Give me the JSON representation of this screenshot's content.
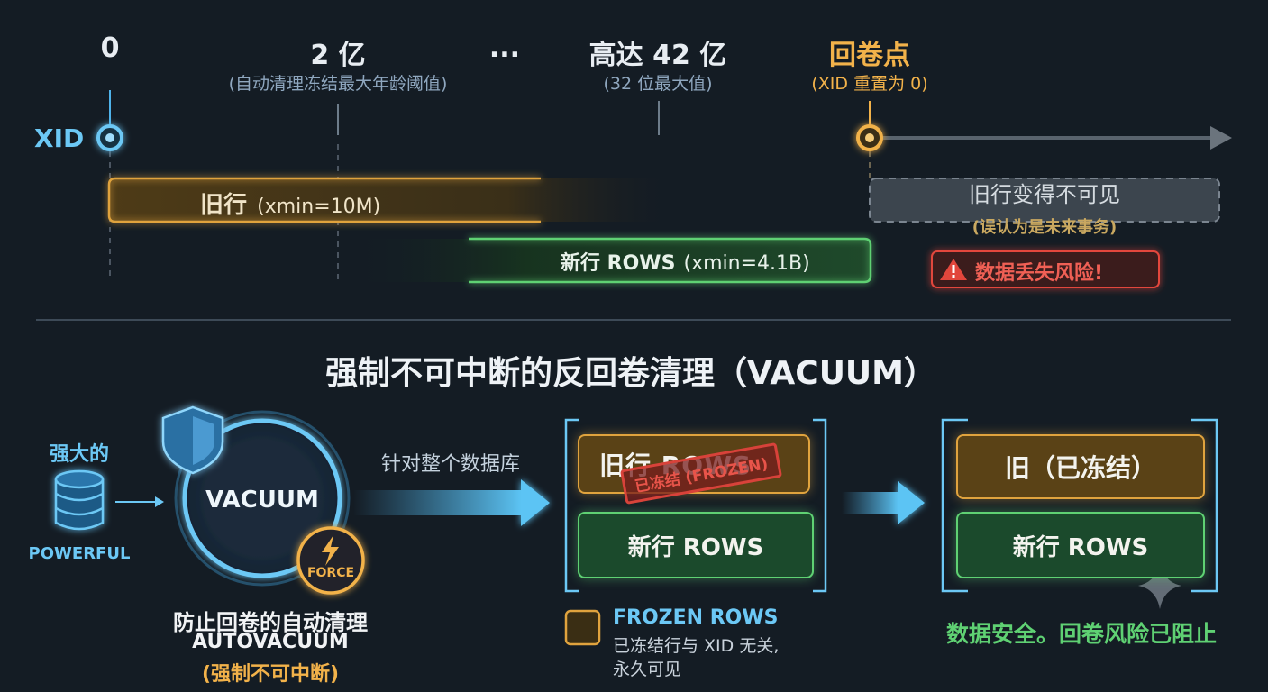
{
  "timeline": {
    "axis_label": "XID",
    "ticks": [
      {
        "label": "0",
        "sub": ""
      },
      {
        "label": "2 亿",
        "sub": "(自动清理冻结最大年龄阈值)"
      },
      {
        "label": "...",
        "sub": ""
      },
      {
        "label": "高达 42 亿",
        "sub": "(32 位最大值)"
      },
      {
        "label": "回卷点",
        "sub": "(XID 重置为 0)"
      }
    ],
    "old_row": {
      "title": "旧行",
      "detail": "(xmin=10M)"
    },
    "new_row": {
      "title": "新行 ROWS",
      "detail": "(xmin=4.1B)"
    },
    "invisible": {
      "title": "旧行变得不可见",
      "detail": "(误认为是未来事务)"
    },
    "warning": "数据丢失风险!"
  },
  "vacuum": {
    "title": "强制不可中断的反回卷清理（VACUUM）",
    "db_top": "强大的",
    "db_bottom": "POWERFUL",
    "circle_label": "VACUUM",
    "force_label": "FORCE",
    "caption_1": "防止回卷的自动清理",
    "caption_2": "AUTOVACUUM",
    "caption_3": "(强制不可中断)",
    "arrow_label": "针对整个数据库",
    "middle": {
      "old_box": "旧行 ROWS",
      "stamp": "已冻结 (FROZEN)",
      "new_box": "新行 ROWS"
    },
    "legend": {
      "title": "FROZEN ROWS",
      "line1": "已冻结行与 XID 无关,",
      "line2": "永久可见"
    },
    "right": {
      "old_box": "旧（已冻结）",
      "new_box": "新行 ROWS"
    },
    "result": "数据安全。回卷风险已阻止"
  },
  "colors": {
    "background": "#141c24",
    "timeline_blue": "#4fb3ea",
    "old_orange": "#e0a33e",
    "new_green": "#5fd173",
    "warning_red": "#e2463c",
    "safe_green": "#5fd173"
  }
}
